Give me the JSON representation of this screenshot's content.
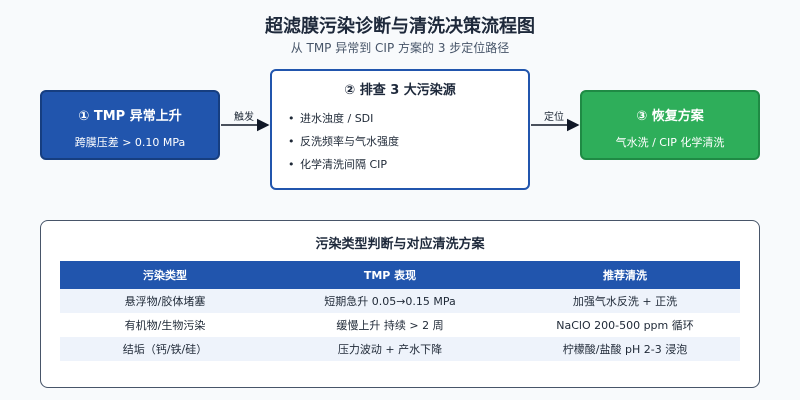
{
  "header": {
    "title": "超滤膜污染诊断与清洗决策流程图",
    "subtitle": "从 TMP 异常到 CIP 方案的 3 步定位路径"
  },
  "flow": {
    "step1": {
      "title": "① TMP 异常上升",
      "sub": "跨膜压差 > 0.10 MPa"
    },
    "arrow1_label": "触发",
    "step2": {
      "title": "② 排查 3 大污染源",
      "items": [
        "进水浊度 / SDI",
        "反洗频率与气水强度",
        "化学清洗间隔 CIP"
      ]
    },
    "arrow2_label": "定位",
    "step3": {
      "title": "③ 恢复方案",
      "sub": "气水洗 / CIP 化学清洗"
    },
    "bullet": "•"
  },
  "panel": {
    "title": "污染类型判断与对应清洗方案",
    "headers": [
      "污染类型",
      "TMP 表现",
      "推荐清洗"
    ],
    "rows": [
      [
        "悬浮物/胶体堵塞",
        "短期急升 0.05→0.15 MPa",
        "加强气水反洗 + 正洗"
      ],
      [
        "有机物/生物污染",
        "缓慢上升 持续 > 2 周",
        "NaClO 200-500 ppm 循环"
      ],
      [
        "结垢（钙/铁/硅）",
        "压力波动 + 产水下降",
        "柠檬酸/盐酸 pH 2-3 浸泡"
      ]
    ]
  },
  "colors": {
    "step1": "#2155ad",
    "step3": "#2eae5a",
    "table_header": "#2155ad",
    "row_stripe": "#eef3fb"
  }
}
